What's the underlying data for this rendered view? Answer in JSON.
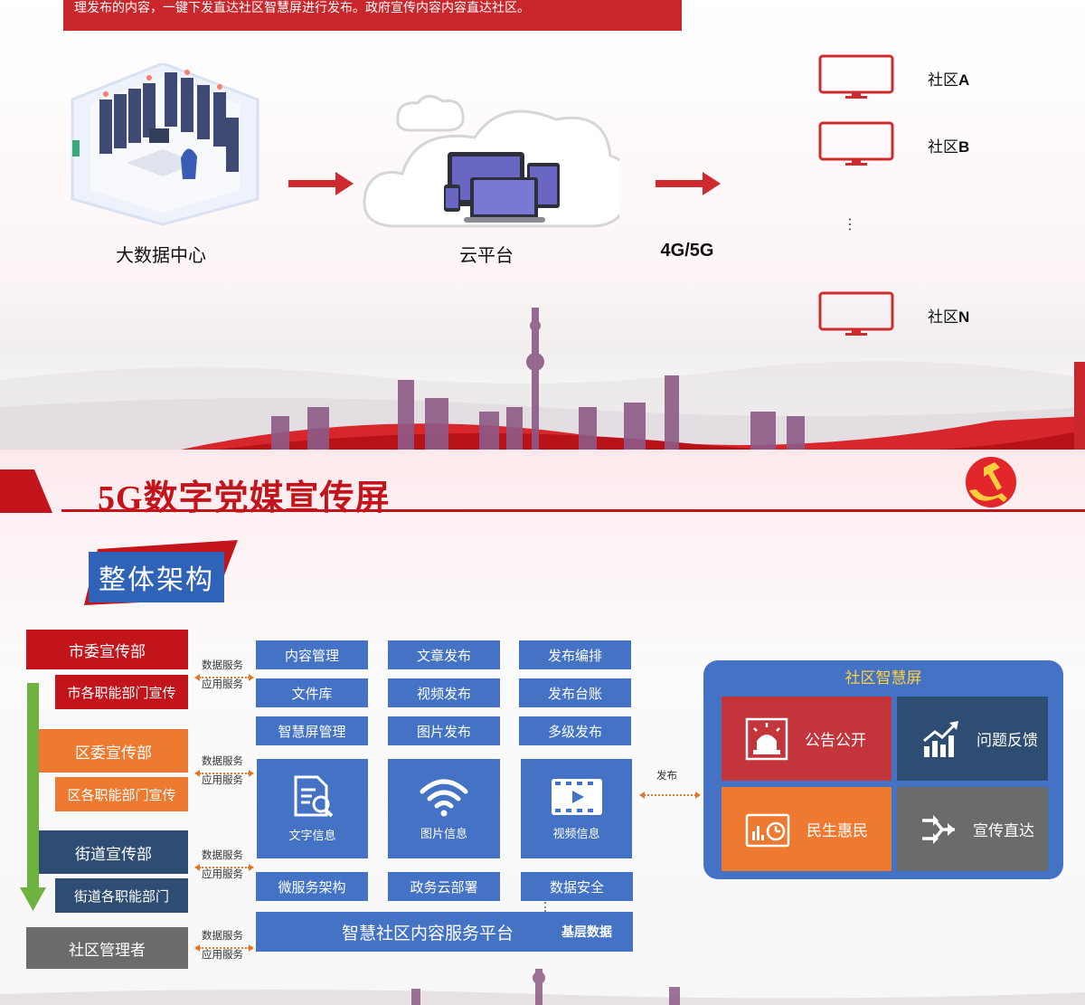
{
  "top": {
    "banner_text": "理发布的内容，一键下发直达社区智慧屏进行发布。政府宣传内容内容直达社区。",
    "nodes": {
      "data_center": "大数据中心",
      "cloud_platform": "云平台",
      "network": "4G/5G"
    },
    "communities": [
      {
        "prefix": "社区",
        "letter": "A"
      },
      {
        "prefix": "社区",
        "letter": "B"
      },
      {
        "prefix": "社区",
        "letter": "N"
      }
    ],
    "ellipsis": "⋮"
  },
  "bottom": {
    "title": "5G数字党媒宣传屏",
    "section_title": "整体架构",
    "orgs": {
      "city": "市委宣传部",
      "city_sub": "市各职能部门宣传",
      "district": "区委宣传部",
      "district_sub": "区各职能部门宣传",
      "street": "街道宣传部",
      "street_sub": "街道各职能部门",
      "community": "社区管理者"
    },
    "service": {
      "line1": "数据服务",
      "line2": "应用服务"
    },
    "modules": [
      "内容管理",
      "文章发布",
      "发布编排",
      "文件库",
      "视频发布",
      "发布台账",
      "智慧屏管理",
      "图片发布",
      "多级发布"
    ],
    "big_modules": [
      "文字信息",
      "图片信息",
      "视频信息"
    ],
    "bottom_modules": [
      "微服务架构",
      "政务云部署",
      "数据安全"
    ],
    "platform": "智慧社区内容服务平台",
    "base_data": "基层数据",
    "publish": "发布",
    "smart_screen": {
      "title": "社区智慧屏",
      "tiles": [
        "公告公开",
        "问题反馈",
        "民生惠民",
        "宣传直达"
      ]
    },
    "colors": {
      "red": "#c3141b",
      "orange": "#ee7a31",
      "navy": "#2d4e72",
      "gray": "#6b6b6b",
      "blue": "#4472c4",
      "green": "#6eb33f",
      "yellow": "#ffd33c"
    }
  }
}
